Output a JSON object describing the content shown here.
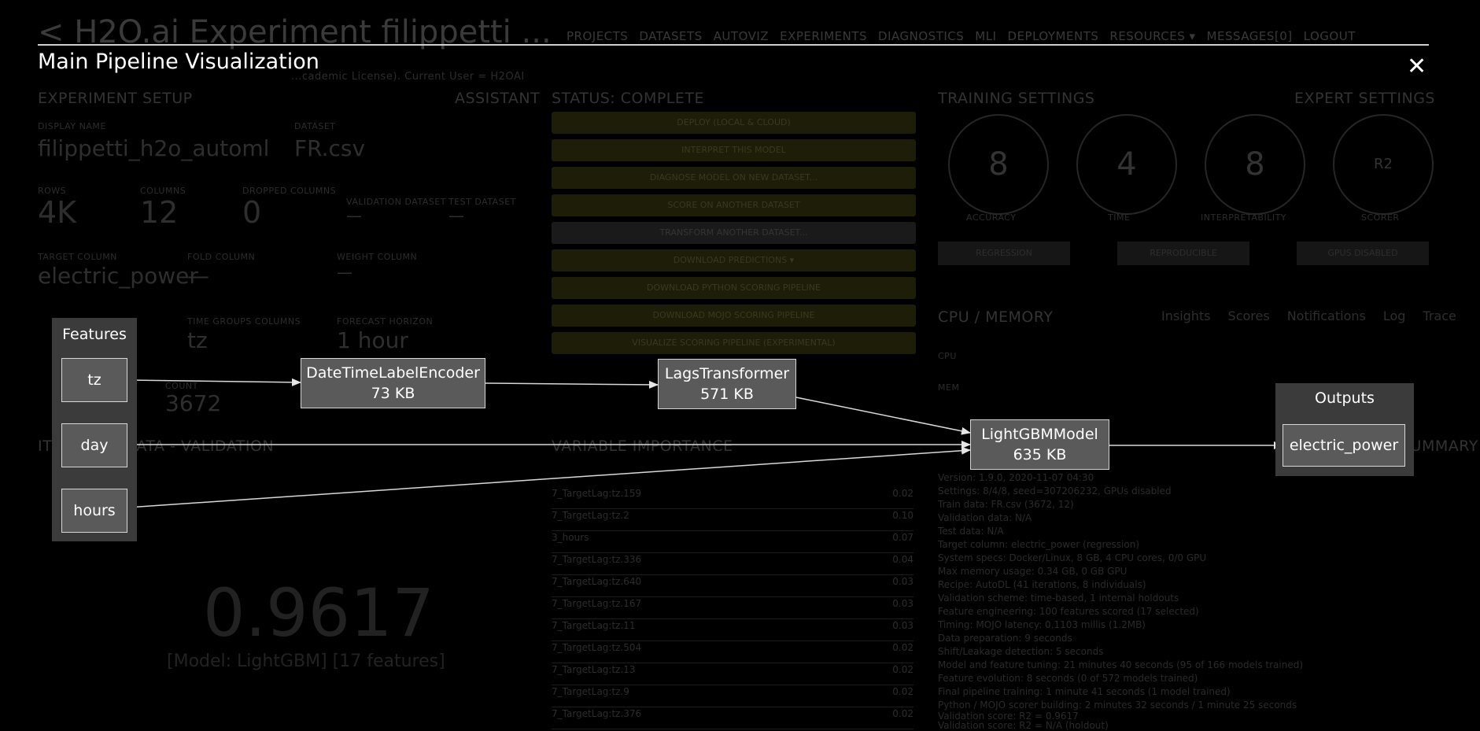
{
  "modal": {
    "title": "Main Pipeline Visualization",
    "close_label": "✕"
  },
  "pipeline": {
    "features_group_label": "Features",
    "outputs_group_label": "Outputs",
    "features": [
      "tz",
      "day",
      "hours"
    ],
    "nodes": [
      {
        "name": "DateTimeLabelEncoder",
        "size": "73 KB"
      },
      {
        "name": "LagsTransformer",
        "size": "571 KB"
      },
      {
        "name": "LightGBMModel",
        "size": "635 KB"
      }
    ],
    "output": "electric_power"
  },
  "background": {
    "app_title": "< H2O.ai  Experiment filippetti ...",
    "nav": [
      "PROJECTS",
      "DATASETS",
      "AUTOVIZ",
      "EXPERIMENTS",
      "DIAGNOSTICS",
      "MLI",
      "DEPLOYMENTS",
      "RESOURCES ▾",
      "MESSAGES[0]",
      "LOGOUT"
    ],
    "license_line": "...cademic License). Current User = H2OAI",
    "setup": {
      "header": "EXPERIMENT SETUP",
      "assistant": "ASSISTANT",
      "display_name_label": "DISPLAY NAME",
      "display_name": "filippetti_h2o_automl",
      "dataset_label": "DATASET",
      "dataset": "FR.csv",
      "rows_label": "ROWS",
      "rows": "4K",
      "columns_label": "COLUMNS",
      "columns": "12",
      "dropped_label": "DROPPED COLUMNS",
      "dropped": "0",
      "validation_label": "VALIDATION DATASET",
      "validation": "—",
      "test_label": "TEST DATASET",
      "test": "—",
      "target_label": "TARGET COLUMN",
      "target": "electric_power",
      "fold_label": "FOLD COLUMN",
      "fold": "—",
      "weight_label": "WEIGHT COLUMN",
      "weight": "—",
      "time_groups_label": "TIME GROUPS COLUMNS",
      "time_groups": "tz",
      "forecast_label": "FORECAST HORIZON",
      "forecast": "1 hour",
      "count_label": "COUNT",
      "count": "3672",
      "iteration_header": "ITERATION DATA - VALIDATION"
    },
    "status": {
      "header": "STATUS: COMPLETE",
      "buttons": [
        "DEPLOY (LOCAL & CLOUD)",
        "INTERPRET THIS MODEL",
        "DIAGNOSE MODEL ON NEW DATASET...",
        "SCORE ON ANOTHER DATASET",
        "TRANSFORM ANOTHER DATASET...",
        "DOWNLOAD PREDICTIONS ▾",
        "DOWNLOAD PYTHON SCORING PIPELINE",
        "DOWNLOAD MOJO SCORING PIPELINE",
        "VISUALIZE SCORING PIPELINE (EXPERIMENTAL)"
      ]
    },
    "variable_importance": {
      "header": "VARIABLE IMPORTANCE",
      "rows": [
        {
          "name": "7_TargetLag:tz.159",
          "value": "0.02"
        },
        {
          "name": "7_TargetLag:tz.2",
          "value": "0.10"
        },
        {
          "name": "3_hours",
          "value": "0.07"
        },
        {
          "name": "7_TargetLag:tz.336",
          "value": "0.04"
        },
        {
          "name": "7_TargetLag:tz.640",
          "value": "0.03"
        },
        {
          "name": "7_TargetLag:tz.167",
          "value": "0.03"
        },
        {
          "name": "7_TargetLag:tz.11",
          "value": "0.03"
        },
        {
          "name": "7_TargetLag:tz.504",
          "value": "0.02"
        },
        {
          "name": "7_TargetLag:tz.13",
          "value": "0.02"
        },
        {
          "name": "7_TargetLag:tz.9",
          "value": "0.02"
        },
        {
          "name": "7_TargetLag:tz.376",
          "value": "0.02"
        }
      ]
    },
    "training": {
      "header": "TRAINING SETTINGS",
      "expert": "EXPERT SETTINGS",
      "dials": [
        {
          "value": "8",
          "label": "ACCURACY"
        },
        {
          "value": "4",
          "label": "TIME"
        },
        {
          "value": "8",
          "label": "INTERPRETABILITY"
        },
        {
          "value": "R2",
          "label": "SCORER"
        }
      ],
      "pills": [
        "REGRESSION",
        "REPRODUCIBLE",
        "GPUS DISABLED"
      ],
      "cpu_header": "CPU / MEMORY",
      "cpu_tabs": [
        "Insights",
        "Scores",
        "Notifications",
        "Log",
        "Trace"
      ],
      "cpu_label": "CPU",
      "mem_label": "MEM"
    },
    "summary": {
      "header": "SUMMARY",
      "lines": [
        "Version: 1.9.0, 2020-11-07 04:30",
        "Settings: 8/4/8, seed=307206232, GPUs disabled",
        "Train data: FR.csv (3672, 12)",
        "Validation data: N/A",
        "Test data: N/A",
        "Target column: electric_power (regression)",
        "System specs: Docker/Linux, 8 GB, 4 CPU cores, 0/0 GPU",
        "Max memory usage: 0.34 GB, 0 GB GPU",
        "Recipe: AutoDL (41 iterations, 8 individuals)",
        "Validation scheme: time-based, 1 internal holdouts",
        "Feature engineering: 100 features scored (17 selected)",
        "Timing: MOJO latency: 0.1103 millis (1.2MB)",
        "Data preparation: 9 seconds",
        "Shift/Leakage detection: 5 seconds",
        "Model and feature tuning: 21 minutes 40 seconds (95 of 166 models trained)",
        "Feature evolution: 8 seconds (0 of 572 models trained)",
        "Final pipeline training: 1 minute 41 seconds (1 model trained)",
        "Python / MOJO scorer building: 2 minutes 32 seconds / 1 minute 25 seconds",
        "Validation score: R2 = 0.9617",
        "Validation score: R2 = N/A (holdout)"
      ]
    },
    "score": "0.9617",
    "score_sub": "[Model: LightGBM] [17 features]"
  }
}
